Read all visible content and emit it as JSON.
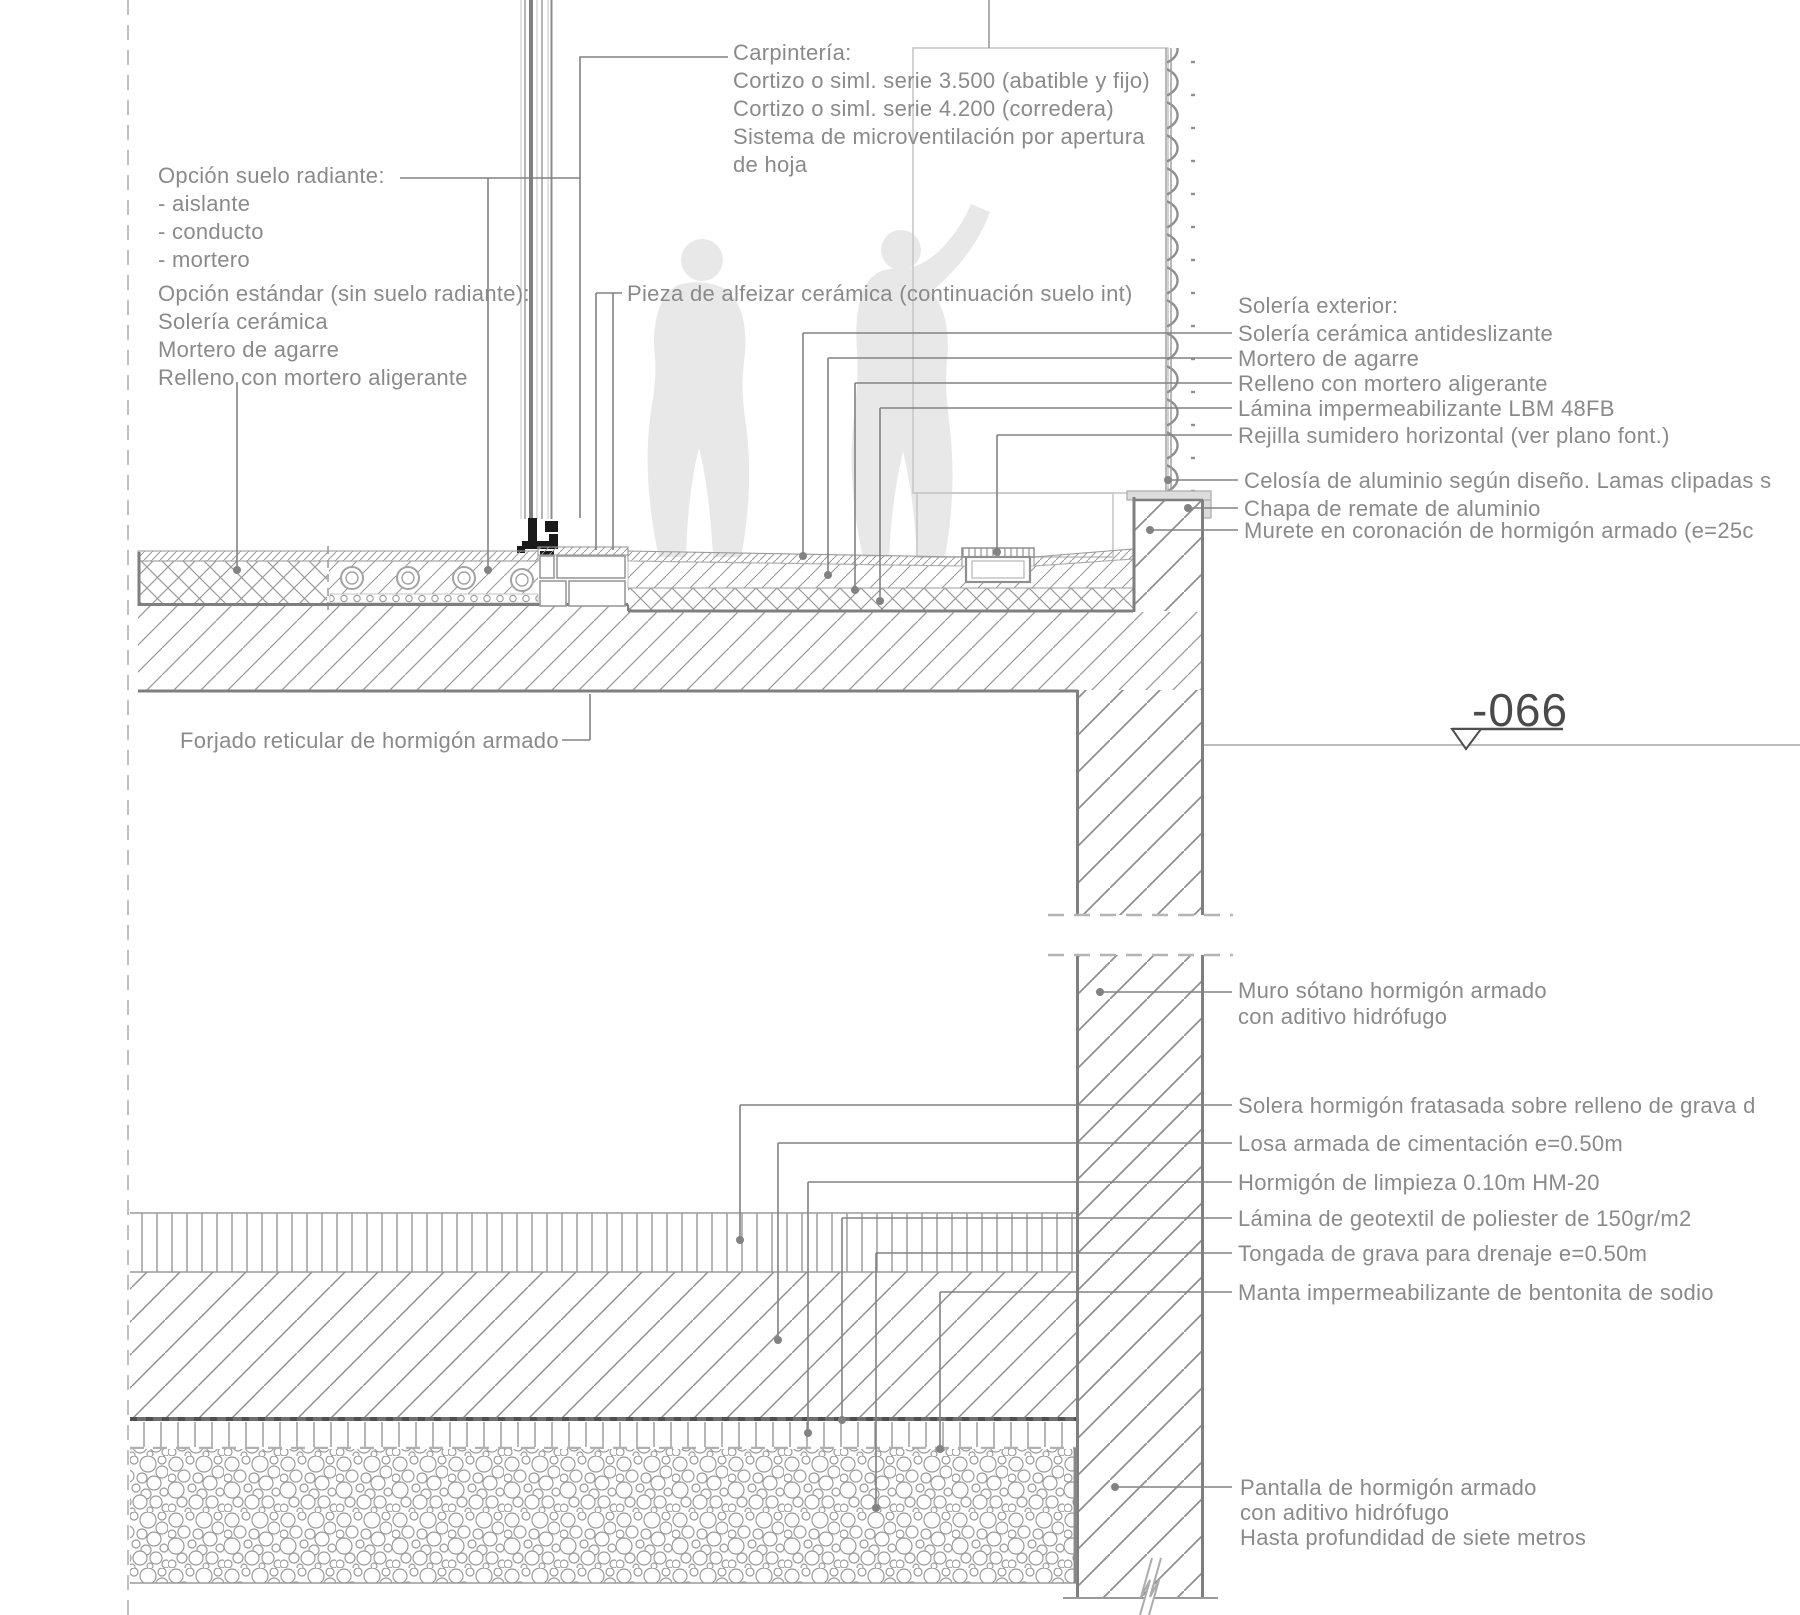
{
  "drawing_title": "Detalle constructivo de sección fachada-forjado-muro sótano",
  "colors": {
    "line_gray": "#828282",
    "hatch_gray": "#9a9a9a",
    "text_gray": "#8a8a8a",
    "level_dark": "#4a4a4a",
    "silhouette": "#e8e8e8",
    "frame_black": "#1a1a1a"
  },
  "level_marker": {
    "value": "-066"
  },
  "labels": {
    "carpinteria": [
      "Carpintería:",
      "Cortizo o siml. serie 3.500 (abatible y fijo)",
      "Cortizo o siml. serie 4.200 (corredera)",
      "Sistema de microventilación por apertura",
      "de hoja"
    ],
    "opcion_radiante": [
      "Opción suelo radiante:",
      "- aislante",
      "- conducto",
      "- mortero"
    ],
    "opcion_estandar": [
      "Opción estándar (sin suelo radiante):",
      "Solería cerámica",
      "Mortero de agarre",
      "Relleno con mortero aligerante"
    ],
    "alfeizar": "Pieza de alfeizar cerámica (continuación suelo int)",
    "soleria_exterior": [
      "Solería exterior:",
      "Solería cerámica antideslizante",
      "Mortero de agarre",
      "Relleno con mortero aligerante",
      "Lámina impermeabilizante LBM 48FB",
      "Rejilla sumidero horizontal (ver plano font.)"
    ],
    "celosia": "Celosía de aluminio según diseño. Lamas clipadas s",
    "chapa": "Chapa de remate de aluminio",
    "murete": "Murete en coronación de hormigón armado (e=25c",
    "forjado": "Forjado reticular de hormigón armado",
    "muro_sotano": [
      "Muro sótano hormigón armado",
      "con aditivo hidrófugo"
    ],
    "solera": "Solera hormigón fratasada sobre relleno de grava d",
    "losa": "Losa armada de cimentación e=0.50m",
    "limpieza": "Hormigón de limpieza 0.10m HM-20",
    "geotextil": "Lámina de geotextil de poliester de 150gr/m2",
    "grava": "Tongada de grava para drenaje e=0.50m",
    "manta": "Manta  impermeabilizante de bentonita de sodio",
    "pantalla": [
      "Pantalla de hormigón armado",
      "con aditivo hidrófugo",
      "Hasta profundidad de siete metros"
    ]
  }
}
